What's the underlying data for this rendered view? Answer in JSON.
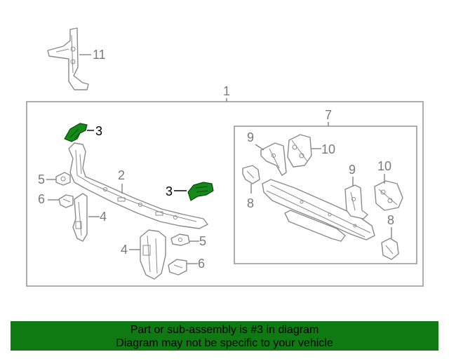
{
  "callouts": {
    "c1": "1",
    "c2": "2",
    "c3a": "3",
    "c3b": "3",
    "c4a": "4",
    "c4b": "4",
    "c5a": "5",
    "c5b": "5",
    "c6a": "6",
    "c6b": "6",
    "c7": "7",
    "c8a": "8",
    "c8b": "8",
    "c9a": "9",
    "c9b": "9",
    "c10a": "10",
    "c10b": "10",
    "c11": "11"
  },
  "highlight_part": "3",
  "colors": {
    "highlight": "#138a1a",
    "banner": "#0f7a12",
    "line": "#8a8a8a"
  },
  "banner": {
    "line1": "Part or sub-assembly is #3 in diagram",
    "line2": "Diagram may not be specific to your vehicle"
  }
}
